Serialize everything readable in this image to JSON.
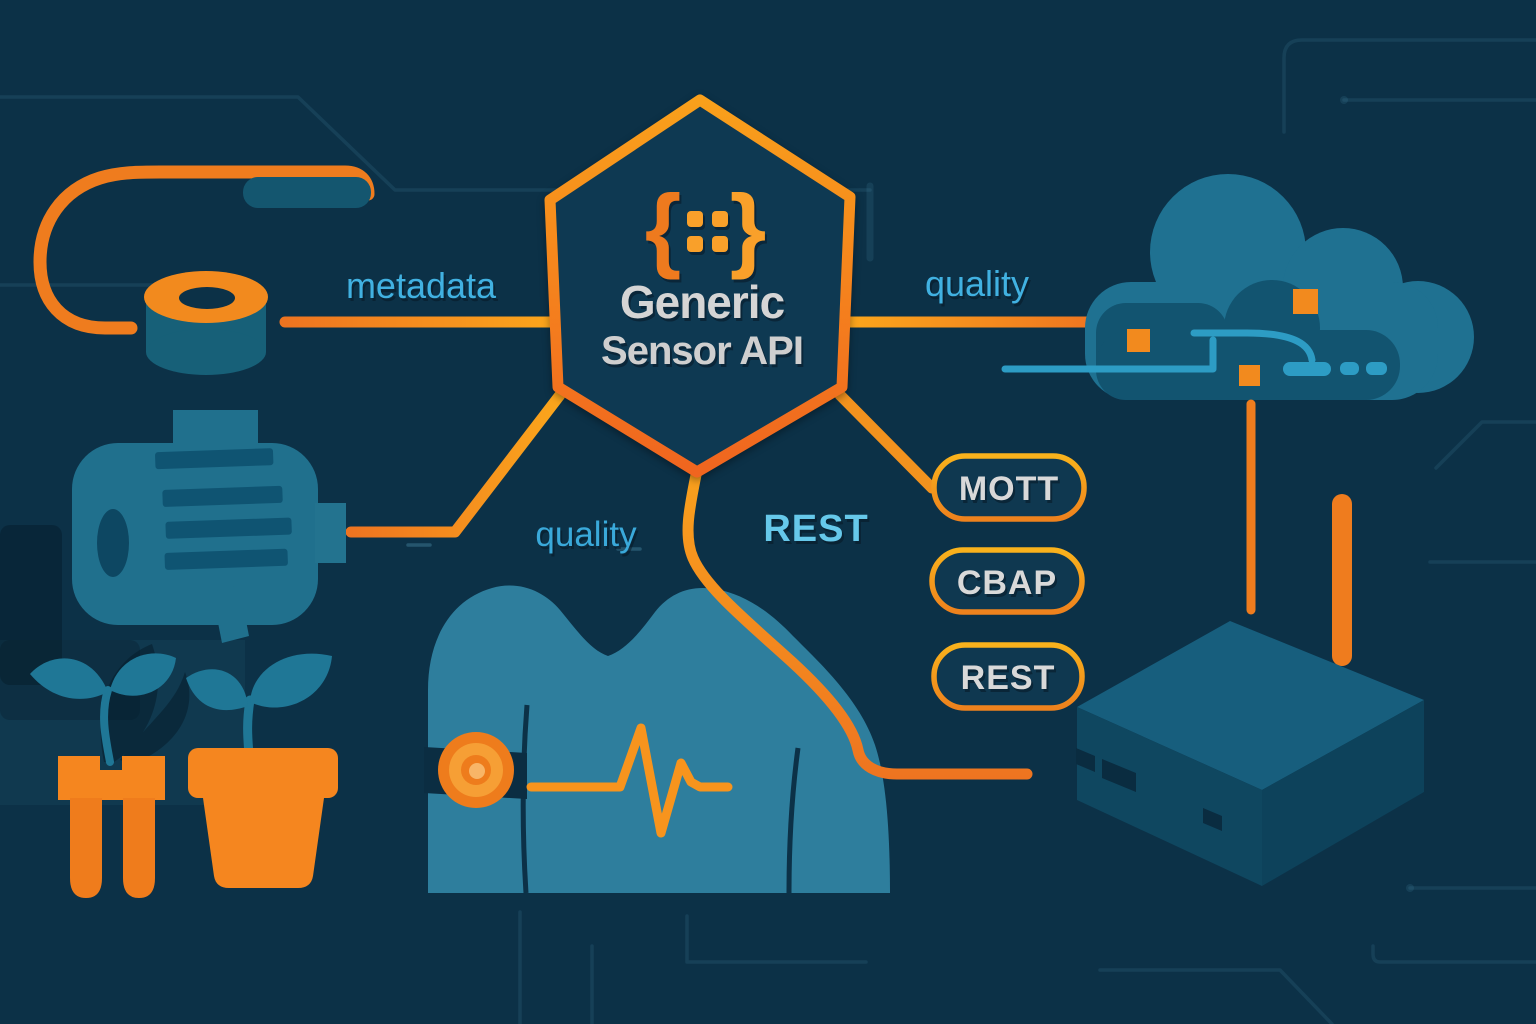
{
  "diagram": {
    "hexagon": {
      "title_line1": "Generic",
      "title_line2": "Sensor API",
      "logo_left_brace": "{",
      "logo_right_brace": "}"
    },
    "edge_labels": {
      "metadata": "metadata",
      "quality_cloud": "quality",
      "quality_motor": "quality",
      "rest": "REST"
    },
    "protocol_badges": [
      {
        "label": "MOTT"
      },
      {
        "label": "CBAP"
      },
      {
        "label": "REST"
      }
    ],
    "palette": {
      "background": "#0c3147",
      "hexagon_fill": "#0e3952",
      "orange": "#f48120",
      "orange_bright": "#f9a11d",
      "orange_deep": "#ee6d1f",
      "teal_figure": "#2e7e9d",
      "teal_dark": "#125470",
      "label_blue": "#41b1e1",
      "rest_blue": "#66c8ea",
      "pill_text": "#d9d9d9",
      "cloud_trace_blue": "#2d9cc4"
    }
  }
}
